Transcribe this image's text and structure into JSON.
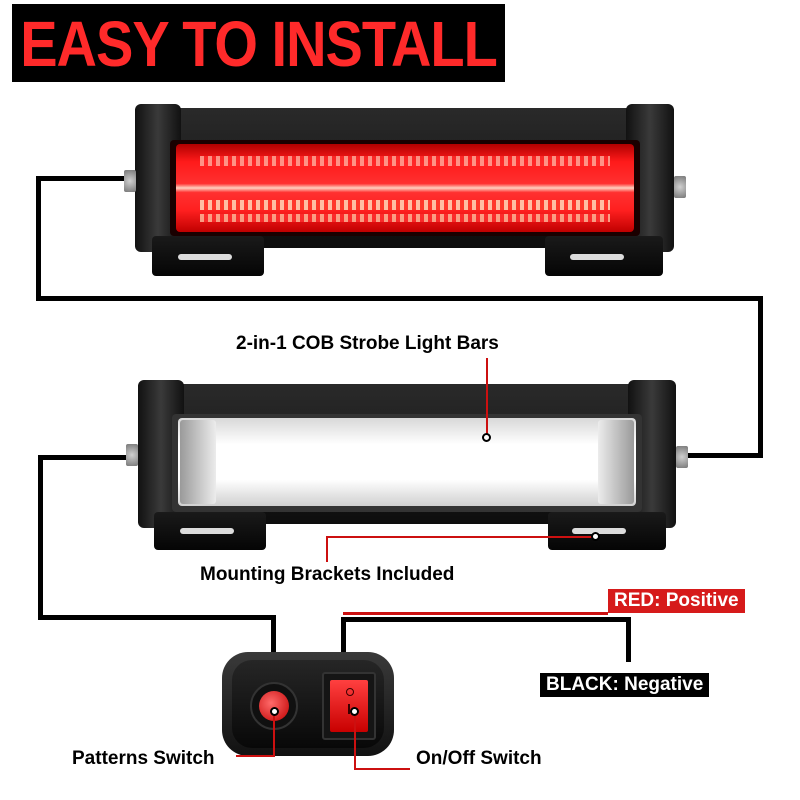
{
  "title": "EASY TO INSTALL",
  "labels": {
    "light_bars": "2-in-1 COB Strobe Light Bars",
    "brackets": "Mounting Brackets Included",
    "patterns_switch": "Patterns Switch",
    "onoff_switch": "On/Off Switch",
    "red_wire": "RED: Positive",
    "black_wire": "BLACK: Negative"
  },
  "colors": {
    "title_red": "#ff2a2a",
    "red_tag": "#d61a1a",
    "black_tag": "#000000",
    "leader_red": "#cc1010",
    "lens_red": "#e01010",
    "lens_white": "#f4f4f4"
  },
  "icons": {
    "light_bar_red": "red-strobe-light-bar",
    "light_bar_white": "white-strobe-light-bar",
    "switch_box": "switch-controller-box"
  }
}
